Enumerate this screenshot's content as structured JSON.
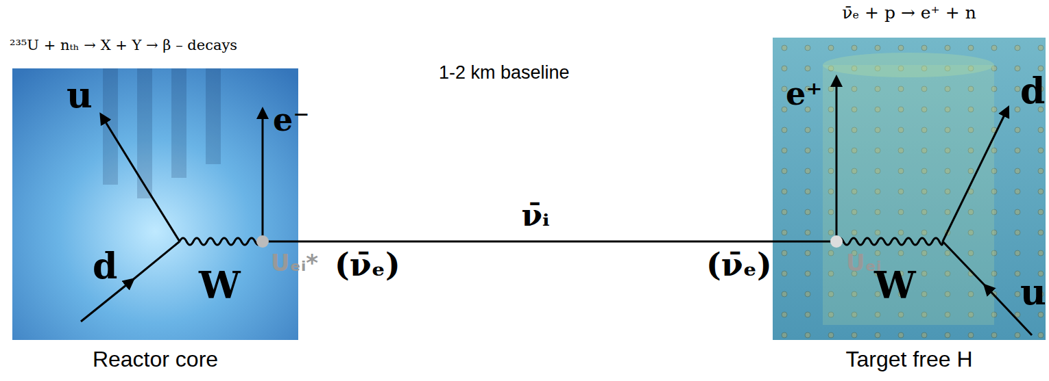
{
  "diagram": {
    "nodes": [
      {
        "text": [
          "²³⁵U + nₜₕ → X + Y → β – decays",
          "Reactor core"
        ]
      },
      {
        "text": [
          "ν̄ₑ + p → e⁺ + n",
          "Target free H"
        ]
      }
    ],
    "edges": [
      {
        "from": 0,
        "to": 1,
        "arrow": "none",
        "label": "ν̄ᵢ"
      }
    ],
    "labels": [
      "1-2 km baseline",
      "u",
      "e⁻",
      "W",
      "d",
      "Uₑᵢ*",
      "(ν̄ₑ)",
      "(ν̄ₑ)",
      "Uₑᵢ",
      "W",
      "e⁺",
      "d",
      "u"
    ]
  }
}
